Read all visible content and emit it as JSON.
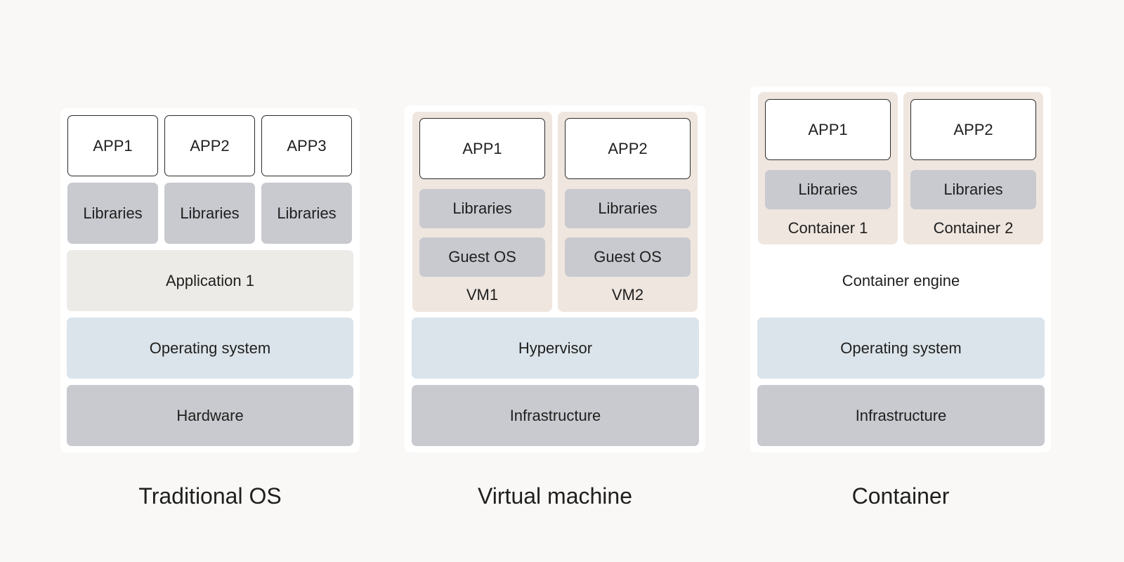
{
  "traditional": {
    "apps": [
      "APP1",
      "APP2",
      "APP3"
    ],
    "libraries": [
      "Libraries",
      "Libraries",
      "Libraries"
    ],
    "application_layer": "Application 1",
    "os": "Operating system",
    "hardware": "Hardware",
    "title": "Traditional OS"
  },
  "vm": {
    "machines": [
      {
        "app": "APP1",
        "libraries": "Libraries",
        "guest_os": "Guest OS",
        "label": "VM1"
      },
      {
        "app": "APP2",
        "libraries": "Libraries",
        "guest_os": "Guest OS",
        "label": "VM2"
      }
    ],
    "hypervisor": "Hypervisor",
    "infrastructure": "Infrastructure",
    "title": "Virtual machine"
  },
  "container": {
    "containers": [
      {
        "app": "APP1",
        "libraries": "Libraries",
        "label": "Container 1"
      },
      {
        "app": "APP2",
        "libraries": "Libraries",
        "label": "Container 2"
      }
    ],
    "engine": "Container engine",
    "os": "Operating system",
    "infrastructure": "Infrastructure",
    "title": "Container"
  },
  "colors": {
    "background": "#f9f8f6",
    "panel": "#ffffff",
    "libraries": "#c8cacf",
    "application_layer": "#edebe7",
    "os_layer": "#dbe4ea",
    "hardware_layer": "#c8cacf",
    "group": "#efe6df"
  }
}
